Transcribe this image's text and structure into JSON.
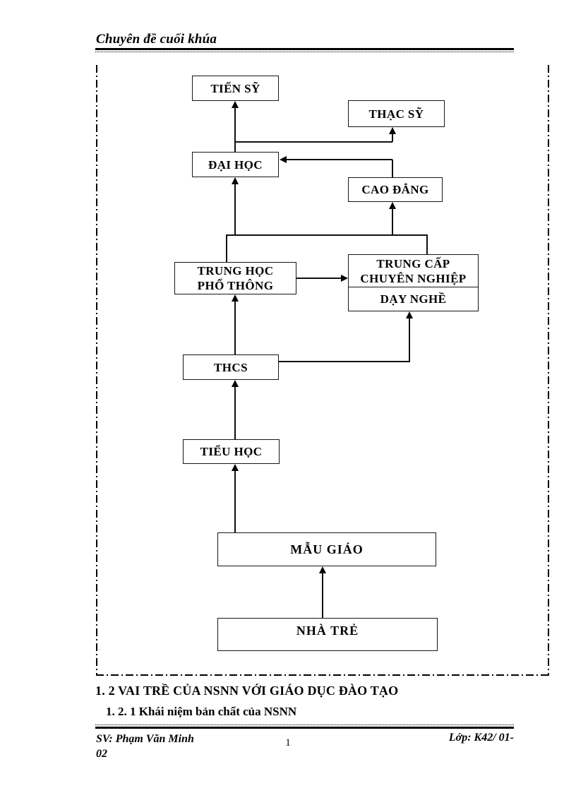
{
  "header": {
    "title": "Chuyên đề cuối khúa"
  },
  "diagram": {
    "boxes": {
      "tien_sy": "TIẾN SỸ",
      "thac_sy": "THẠC SỸ",
      "dai_hoc": "ĐẠI HỌC",
      "cao_dang": "CAO ĐẲNG",
      "thpt_line1": "TRUNG HỌC",
      "thpt_line2": "PHỔ THÔNG",
      "tccn_line1": "TRUNG CẤP",
      "tccn_line2": "CHUYÊN NGHIỆP",
      "day_nghe": "DẠY NGHỀ",
      "thcs": "THCS",
      "tieu_hoc": "TIỂU HỌC",
      "mau_giao": "MẪU GIÁO",
      "nha_tre": "NHÀ TRẺ"
    }
  },
  "body": {
    "heading1": "1. 2 VAI TRỀ CỦA NSNN VỚI GIÁO DỤC ĐÀO TẠO",
    "heading2": "1. 2. 1 Khái niệm bản chất của NSNN"
  },
  "footer": {
    "left_line1": "SV: Phạm Văn Minh",
    "left_line2": "02",
    "page_number": "1",
    "right": "Lớp: K42/ 01-"
  },
  "colors": {
    "ink": "#000000",
    "paper": "#ffffff"
  }
}
